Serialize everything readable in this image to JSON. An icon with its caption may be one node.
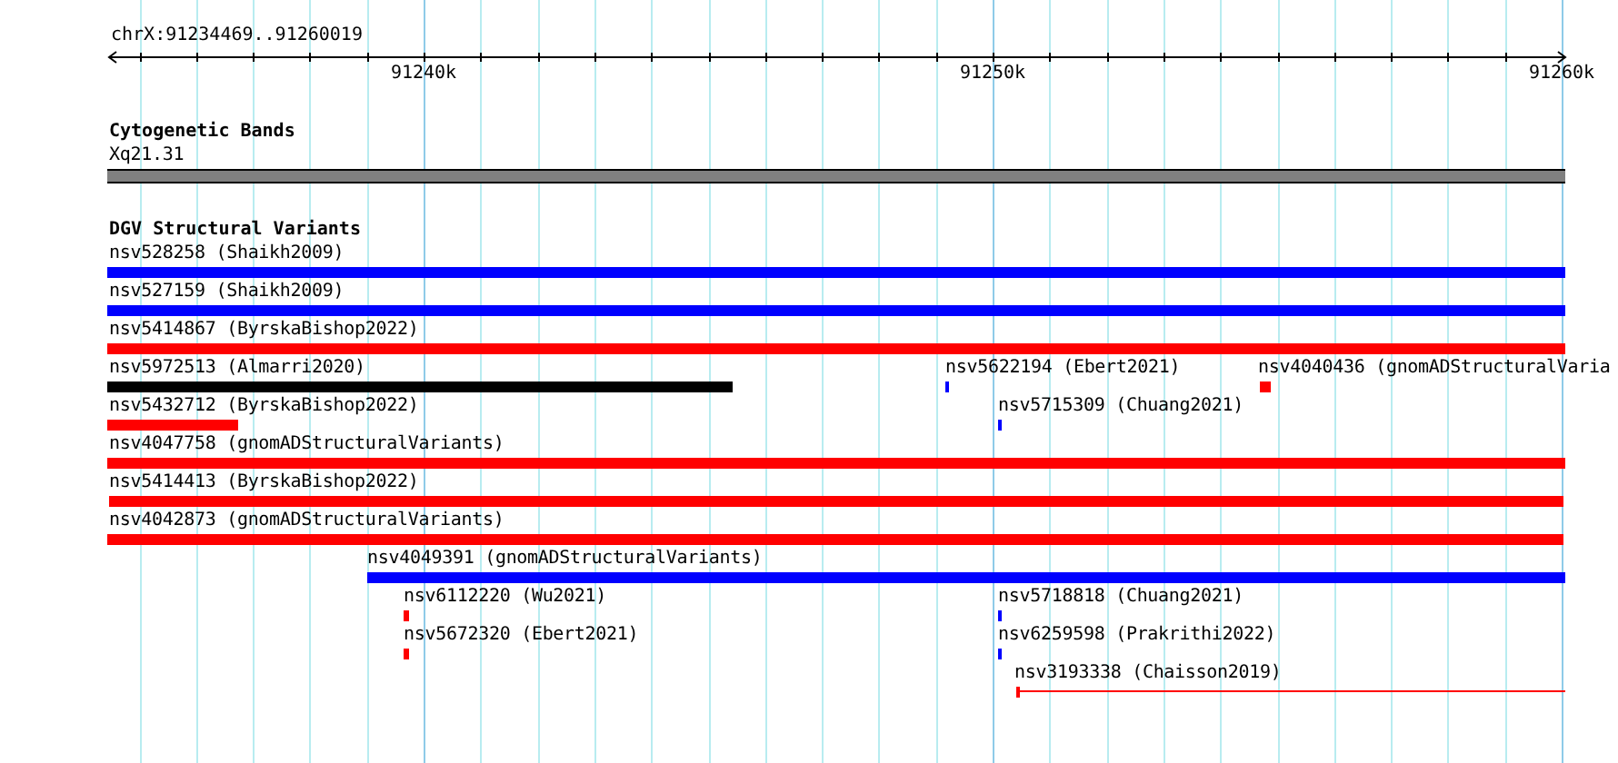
{
  "diagram": {
    "nodes": [
      {
        "text": [
          "Xq21.31"
        ]
      },
      {
        "text": [
          "nsv528258 (Shaikh2009)"
        ]
      },
      {
        "text": [
          "nsv527159 (Shaikh2009)"
        ]
      },
      {
        "text": [
          "nsv5414867 (ByrskaBishop2022)"
        ]
      },
      {
        "text": [
          "nsv5972513 (Almarri2020)"
        ]
      },
      {
        "text": [
          "nsv5622194 (Ebert2021)"
        ]
      },
      {
        "text": [
          "nsv4040436 (gnomADStructuralVaria"
        ]
      },
      {
        "text": [
          "nsv5432712 (ByrskaBishop2022)"
        ]
      },
      {
        "text": [
          "nsv5715309 (Chuang2021)"
        ]
      },
      {
        "text": [
          "nsv4047758 (gnomADStructuralVariants)"
        ]
      },
      {
        "text": [
          "nsv5414413 (ByrskaBishop2022)"
        ]
      },
      {
        "text": [
          "nsv4042873 (gnomADStructuralVariants)"
        ]
      },
      {
        "text": [
          "nsv4049391 (gnomADStructuralVariants)"
        ]
      },
      {
        "text": [
          "nsv6112220 (Wu2021)"
        ]
      },
      {
        "text": [
          "nsv5718818 (Chuang2021)"
        ]
      },
      {
        "text": [
          "nsv5672320 (Ebert2021)"
        ]
      },
      {
        "text": [
          "nsv6259598 (Prakrithi2022)"
        ]
      },
      {
        "text": [
          "nsv3193338 (Chaisson2019)"
        ]
      }
    ],
    "labels": [
      "chrX:91234469..91260019",
      "91240k",
      "91250k",
      "91260k",
      "Cytogenetic Bands",
      "DGV Structural Variants"
    ]
  }
}
